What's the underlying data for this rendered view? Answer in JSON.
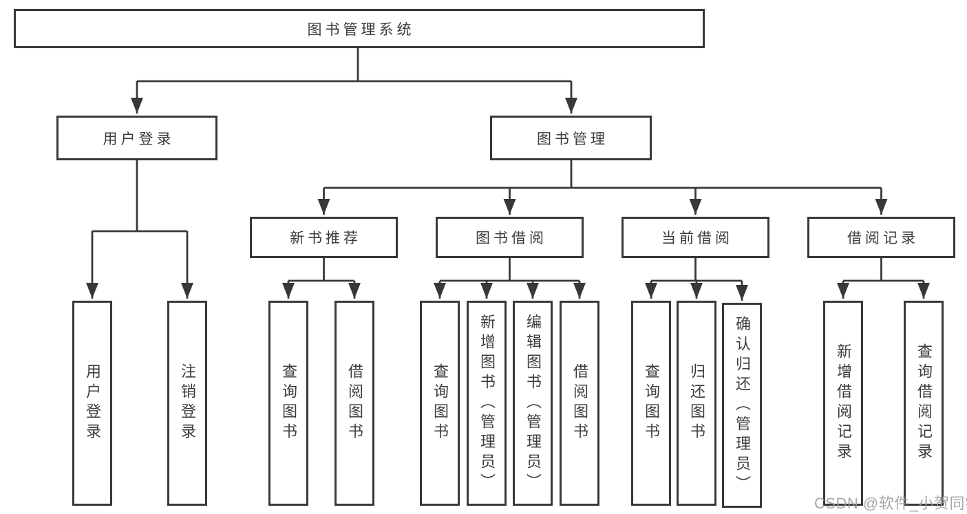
{
  "diagram": {
    "root": {
      "label": "图书管理系统"
    },
    "branches": [
      {
        "label": "用户登录",
        "children": [
          "用户登录",
          "注销登录"
        ]
      },
      {
        "label": "图书管理",
        "children": [
          {
            "label": "新书推荐",
            "children": [
              "查询图书",
              "借阅图书"
            ]
          },
          {
            "label": "图书借阅",
            "children": [
              "查询图书",
              "新增图书（管理员）",
              "编辑图书（管理员）",
              "借阅图书"
            ]
          },
          {
            "label": "当前借阅",
            "children": [
              "查询图书",
              "归还图书",
              "确认归还（管理员）"
            ]
          },
          {
            "label": "借阅记录",
            "children": [
              "新增借阅记录",
              "查询借阅记录"
            ]
          }
        ]
      }
    ]
  },
  "watermark": "CSDN @软件_小贺同学",
  "colors": {
    "line": "#383838",
    "text": "#3c3c3c",
    "watermark": "#9b9b9b",
    "background": "#ffffff"
  }
}
